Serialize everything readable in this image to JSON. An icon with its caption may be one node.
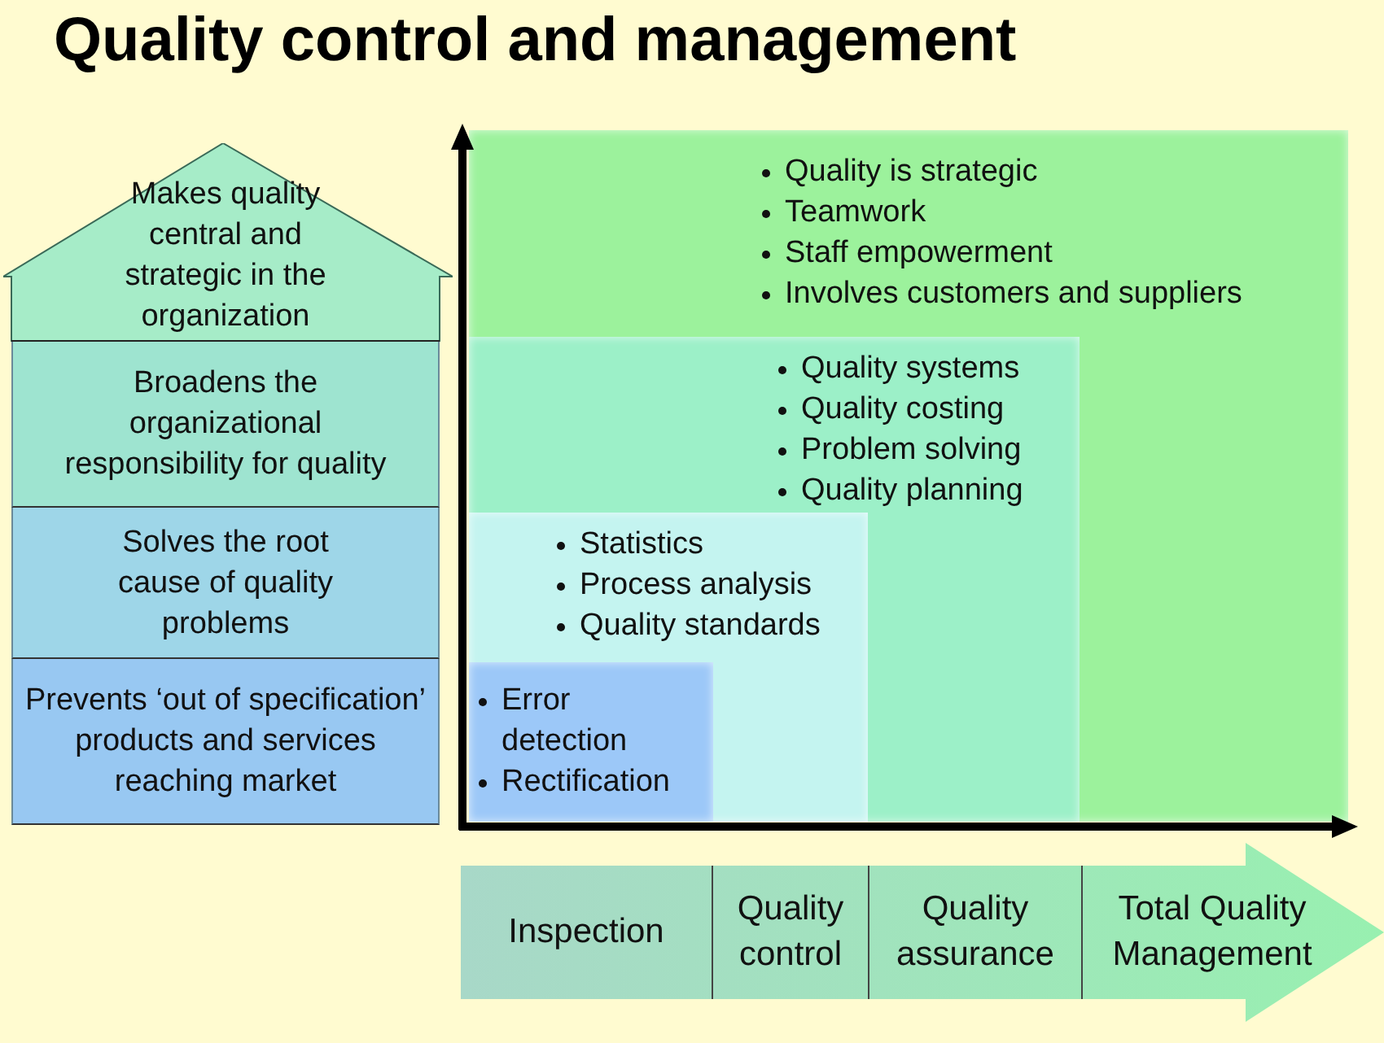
{
  "diagram": {
    "title": "Quality control and management",
    "nodes": [
      {
        "text": [
          "Makes quality central and strategic in the organization"
        ]
      },
      {
        "text": [
          "Broadens the organizational responsibility for quality"
        ]
      },
      {
        "text": [
          "Solves the root cause of quality problems"
        ]
      },
      {
        "text": [
          "Prevents ‘out of specification’ products and services reaching market"
        ]
      },
      {
        "text": [
          "Quality is strategic",
          "Teamwork",
          "Staff empowerment",
          "Involves customers and suppliers"
        ]
      },
      {
        "text": [
          "Quality systems",
          "Quality costing",
          "Problem solving",
          "Quality planning"
        ],
        "in": 4
      },
      {
        "text": [
          "Statistics",
          "Process analysis",
          "Quality standards"
        ],
        "in": 5
      },
      {
        "text": [
          "Error detection",
          "Rectification"
        ],
        "in": 6
      },
      {
        "text": [
          "Inspection"
        ]
      },
      {
        "text": [
          "Quality control"
        ]
      },
      {
        "text": [
          "Quality assurance"
        ]
      },
      {
        "text": [
          "Total Quality Management"
        ]
      }
    ],
    "edges": []
  }
}
